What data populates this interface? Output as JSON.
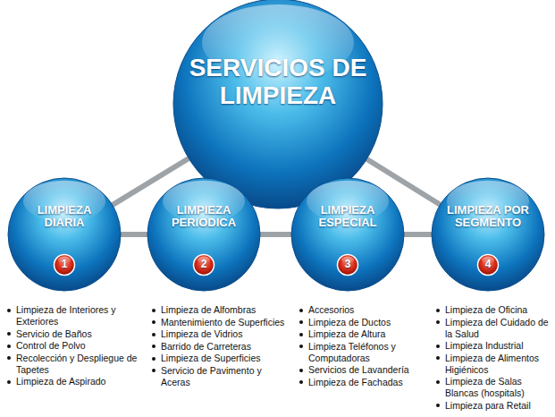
{
  "diagram": {
    "nodes": [
      {
        "text": [
          "SERVICIOS DE LIMPIEZA"
        ]
      },
      {
        "text": [
          "LIMPIEZA DIARIA"
        ]
      },
      {
        "text": [
          "1"
        ],
        "in": 1
      },
      {
        "text": [
          "LIMPIEZA PERIODICA"
        ]
      },
      {
        "text": [
          "2"
        ],
        "in": 3
      },
      {
        "text": [
          "LIMPIEZA ESPECIAL"
        ]
      },
      {
        "text": [
          "3"
        ],
        "in": 5
      },
      {
        "text": [
          "LIMPIEZA POR SEGMENTO"
        ]
      },
      {
        "text": [
          "4"
        ],
        "in": 7
      }
    ],
    "edges": [
      {
        "from": 0,
        "to": 1,
        "arrow": "none"
      },
      {
        "from": 0,
        "to": 7,
        "arrow": "none"
      },
      {
        "from": 1,
        "to": 3,
        "arrow": "none"
      },
      {
        "from": 3,
        "to": 5,
        "arrow": "none"
      },
      {
        "from": 5,
        "to": 7,
        "arrow": "none"
      }
    ],
    "labels": [
      "Limpieza de Interiores y Exteriores",
      "Servicio de Baños",
      "Control de Polvo",
      "Recolección y Despliegue de Tapetes",
      "Limpieza de Aspirado",
      "Limpieza de Alfombras",
      "Mantenimiento de Superficies",
      "Limpieza de Vidrios",
      "Barrido de Carreteras",
      "Limpieza de Superficies",
      "Servicio de Pavimento y Aceras",
      "Accesorios",
      "Limpieza de Ductos",
      "Limpieza de Altura",
      "Limpieza Teléfonos y Computadoras",
      "Servicios de Lavandería",
      "Limpieza de Fachadas",
      "Limpieza de Oficina",
      "Limpieza del Cuidado de la Salud",
      "Limpieza Industrial",
      "Limpieza de Alimentos Higiénicos",
      "Limpieza de Salas Blancas (hospitals)",
      "Limpieza para Retail"
    ]
  }
}
